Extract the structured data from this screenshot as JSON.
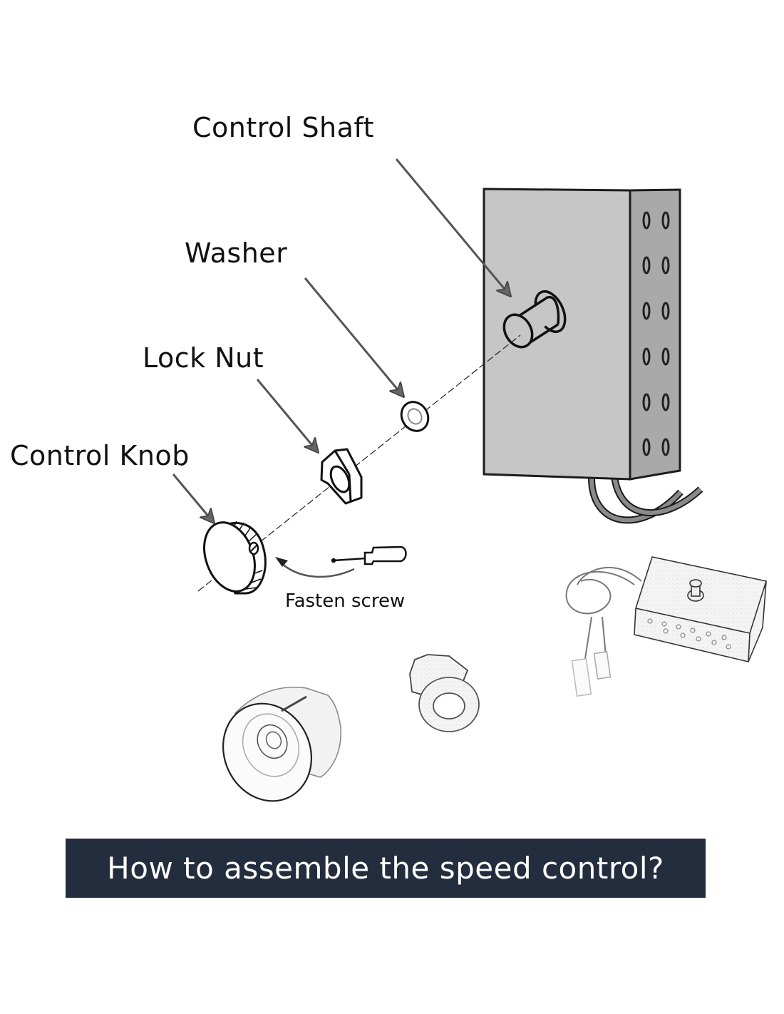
{
  "diagram": {
    "title": "How to assemble the speed control?",
    "parts": [
      {
        "id": "control-shaft",
        "label": "Control Shaft"
      },
      {
        "id": "washer",
        "label": "Washer"
      },
      {
        "id": "lock-nut",
        "label": "Lock Nut"
      },
      {
        "id": "control-knob",
        "label": "Control Knob"
      }
    ],
    "step_note": "Fasten screw",
    "icons": {
      "speed_control_box": "speed-control-box-icon",
      "screwdriver": "screwdriver-icon",
      "curved_arrow": "curved-arrow-icon"
    },
    "colors": {
      "banner_bg": "#232d3d",
      "banner_text": "#ffffff",
      "box_front": "#c6c6c6",
      "box_side": "#a9a9a9",
      "arrow": "#555555",
      "outline": "#1a1a1a"
    }
  }
}
